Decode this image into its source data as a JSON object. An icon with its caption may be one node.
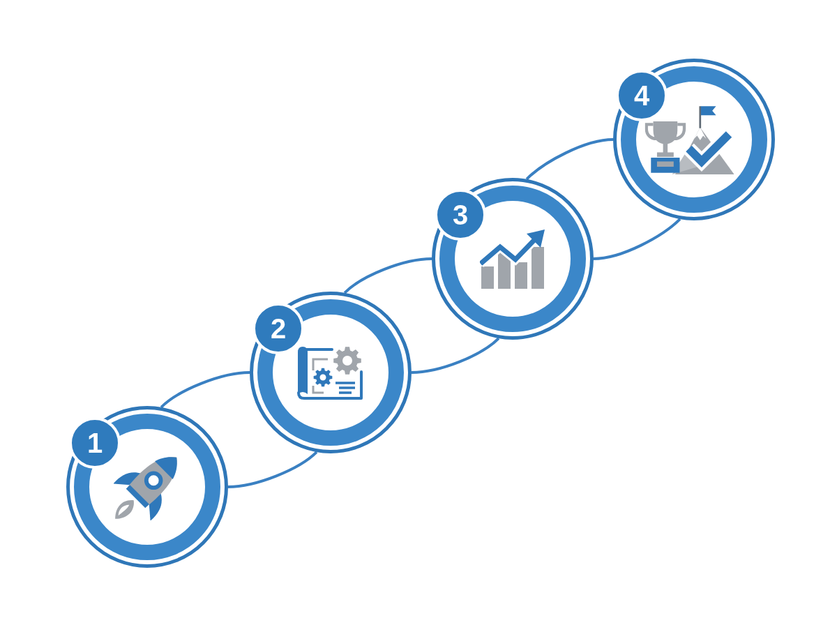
{
  "diagram": {
    "nodes": [
      {
        "text": [
          "1"
        ]
      },
      {
        "text": [
          "2"
        ]
      },
      {
        "text": [
          "3"
        ]
      },
      {
        "text": [
          "4"
        ]
      }
    ],
    "edges": [
      {
        "from": 0,
        "to": 1,
        "arrow": "none"
      },
      {
        "from": 0,
        "to": 1,
        "arrow": "none"
      },
      {
        "from": 1,
        "to": 2,
        "arrow": "none"
      },
      {
        "from": 1,
        "to": 2,
        "arrow": "none"
      },
      {
        "from": 2,
        "to": 3,
        "arrow": "none"
      },
      {
        "from": 2,
        "to": 3,
        "arrow": "none"
      }
    ]
  }
}
